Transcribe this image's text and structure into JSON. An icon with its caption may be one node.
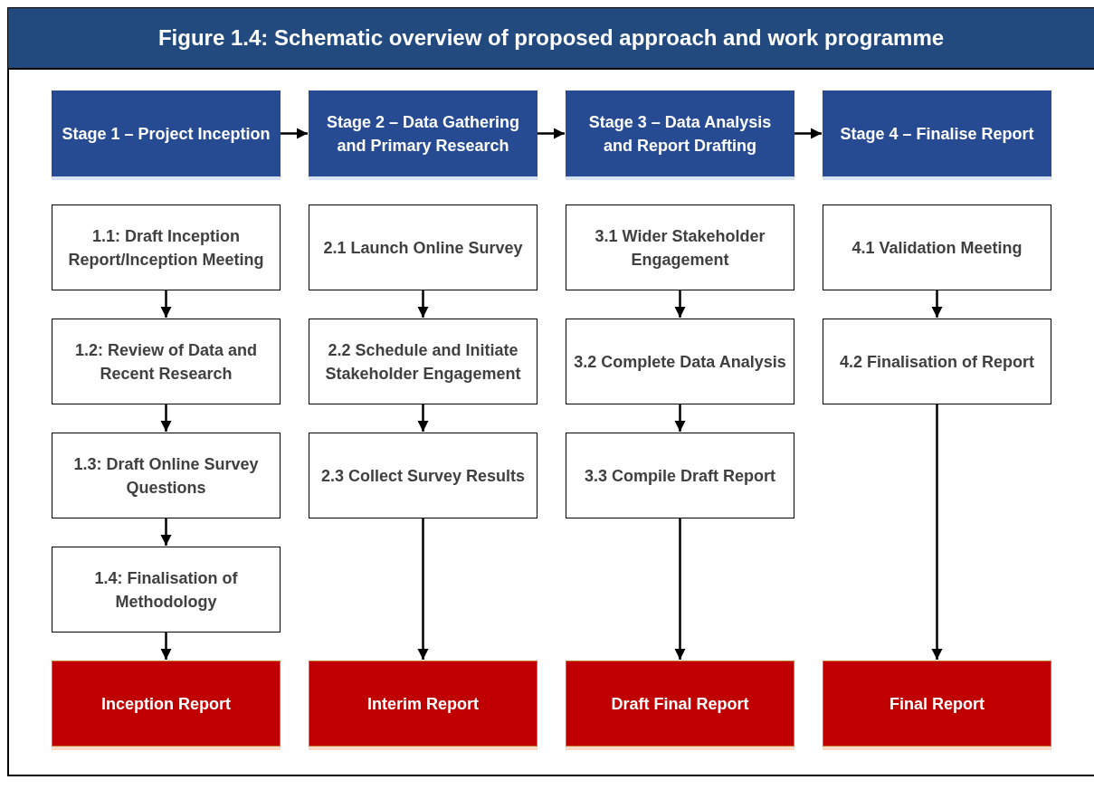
{
  "diagram": {
    "title": "Figure 1.4: Schematic overview of proposed approach and work programme",
    "nodes": [
      {
        "text": [
          "Stage 1 – Project Inception"
        ]
      },
      {
        "text": [
          "Stage 2 – Data Gathering and Primary Research"
        ]
      },
      {
        "text": [
          "Stage 3 – Data Analysis and Report Drafting"
        ]
      },
      {
        "text": [
          "Stage 4 – Finalise Report"
        ]
      },
      {
        "text": [
          "1.1: Draft Inception Report/Inception Meeting"
        ]
      },
      {
        "text": [
          "1.2: Review of Data and Recent Research"
        ]
      },
      {
        "text": [
          "1.3: Draft Online Survey Questions"
        ]
      },
      {
        "text": [
          "1.4: Finalisation of Methodology"
        ]
      },
      {
        "text": [
          "Inception Report"
        ]
      },
      {
        "text": [
          "2.1 Launch Online Survey"
        ]
      },
      {
        "text": [
          "2.2 Schedule and Initiate Stakeholder Engagement"
        ]
      },
      {
        "text": [
          "2.3 Collect Survey Results"
        ]
      },
      {
        "text": [
          "Interim Report"
        ]
      },
      {
        "text": [
          "3.1 Wider Stakeholder Engagement"
        ]
      },
      {
        "text": [
          "3.2 Complete Data Analysis"
        ]
      },
      {
        "text": [
          "3.3 Compile Draft Report"
        ]
      },
      {
        "text": [
          "Draft Final Report"
        ]
      },
      {
        "text": [
          "4.1 Validation Meeting"
        ]
      },
      {
        "text": [
          "4.2 Finalisation of Report"
        ]
      },
      {
        "text": [
          "Final Report"
        ]
      }
    ],
    "edges": [
      {
        "from": 0,
        "to": 1,
        "arrow": "to"
      },
      {
        "from": 1,
        "to": 2,
        "arrow": "to"
      },
      {
        "from": 2,
        "to": 3,
        "arrow": "to"
      },
      {
        "from": 4,
        "to": 5,
        "arrow": "to"
      },
      {
        "from": 5,
        "to": 6,
        "arrow": "to"
      },
      {
        "from": 6,
        "to": 7,
        "arrow": "to"
      },
      {
        "from": 7,
        "to": 8,
        "arrow": "to"
      },
      {
        "from": 9,
        "to": 10,
        "arrow": "to"
      },
      {
        "from": 10,
        "to": 11,
        "arrow": "to"
      },
      {
        "from": 11,
        "to": 12,
        "arrow": "to"
      },
      {
        "from": 13,
        "to": 14,
        "arrow": "to"
      },
      {
        "from": 14,
        "to": 15,
        "arrow": "to"
      },
      {
        "from": 15,
        "to": 16,
        "arrow": "to"
      },
      {
        "from": 17,
        "to": 18,
        "arrow": "to"
      },
      {
        "from": 18,
        "to": 19,
        "arrow": "to"
      }
    ]
  }
}
